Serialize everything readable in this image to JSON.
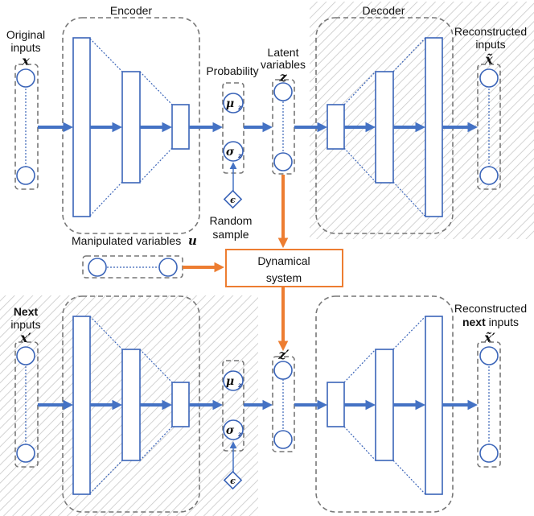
{
  "labels": {
    "encoder": "Encoder",
    "decoder": "Decoder",
    "original_inputs_l1": "Original",
    "original_inputs_l2": "inputs",
    "probability": "Probability",
    "latent_l1": "Latent",
    "latent_l2": "variables",
    "reconstructed_l1": "Reconstructed",
    "reconstructed_l2": "inputs",
    "random_l1": "Random",
    "random_l2": "sample",
    "manipulated": "Manipulated variables",
    "dynamical_l1": "Dynamical",
    "dynamical_l2": "system",
    "next_inputs_bold": "Next",
    "next_inputs_l2": "inputs",
    "recon_next_l1": "Reconstructed",
    "recon_next_bold": "next",
    "recon_next_tail": "inputs"
  },
  "symbols": {
    "x": "x",
    "z": "z",
    "x_tilde": "x̃",
    "u": "u",
    "mu": "μ",
    "sigma": "σ",
    "sub_z": "z",
    "epsilon": "ϵ",
    "x_prime": "x′",
    "z_prime": "z′",
    "x_tilde_prime": "x̃′"
  },
  "colors": {
    "network_blue": "#3a64b8",
    "arrow_blue": "#4472c4",
    "arrow_orange": "#ed7d31",
    "box_border_orange": "#ed7d31",
    "hatch_gray": "#c8c8c8",
    "dashed_gray": "#777777"
  }
}
